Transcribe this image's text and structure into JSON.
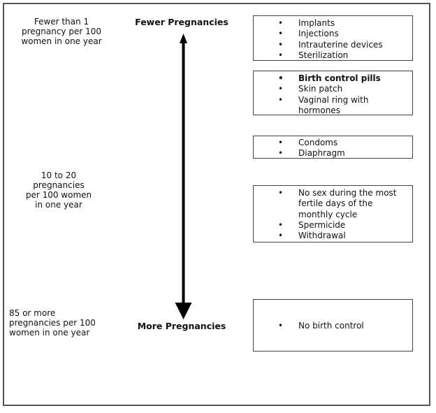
{
  "rates": {
    "top": [
      "Fewer than 1",
      "pregnancy per 100",
      "women in one year"
    ],
    "middle": [
      "10 to 20",
      "pregnancies",
      "per 100 women",
      "in one year"
    ],
    "bottom": [
      "85 or more",
      "pregnancies per 100",
      "women in one year"
    ]
  },
  "axis": {
    "top_label": "Fewer Pregnancies",
    "bottom_label": "More Pregnancies"
  },
  "method_groups": [
    {
      "items": [
        {
          "text": "Implants"
        },
        {
          "text": "Injections"
        },
        {
          "text": "Intrauterine devices"
        },
        {
          "text": "Sterilization"
        }
      ]
    },
    {
      "items": [
        {
          "text": "Birth control pills",
          "bold": true
        },
        {
          "text": "Skin patch"
        },
        {
          "text": "Vaginal ring with hormones"
        }
      ]
    },
    {
      "items": [
        {
          "text": "Condoms"
        },
        {
          "text": "Diaphragm"
        }
      ]
    },
    {
      "items": [
        {
          "text": "No sex during the most fertile days of the monthly cycle"
        },
        {
          "text": "Spermicide"
        },
        {
          "text": "Withdrawal"
        }
      ]
    },
    {
      "items": [
        {
          "text": "No birth control"
        }
      ]
    }
  ]
}
